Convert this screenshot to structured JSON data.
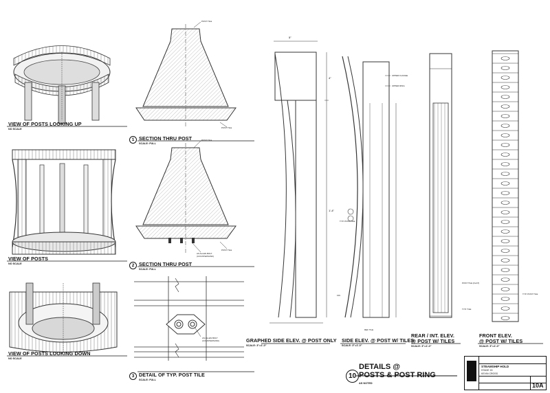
{
  "views": [
    {
      "title": "VIEW OF POSTS LOOKING UP",
      "scale": "NO SCALE"
    },
    {
      "title": "VIEW OF POSTS",
      "scale": "NO SCALE"
    },
    {
      "title": "VIEW OF POSTS LOOKING DOWN",
      "scale": "NO SCALE"
    }
  ],
  "details": [
    {
      "num": "1",
      "title": "SECTION THRU POST",
      "scale": "SCALE: FULL"
    },
    {
      "num": "2",
      "title": "SECTION THRU POST",
      "scale": "SCALE: FULL"
    },
    {
      "num": "3",
      "title": "DETAIL OF TYP. POST TILE",
      "scale": "SCALE: FULL"
    }
  ],
  "elevations": [
    {
      "title_lines": [
        "GRAPHED SIDE ELEV. @ POST ONLY"
      ],
      "scale": "SCALE: 3\"=1'-0\""
    },
    {
      "title_lines": [
        "SIDE ELEV. @ POST W/ TILES"
      ],
      "scale": "SCALE: 3\"=1'-0\""
    },
    {
      "title_lines": [
        "REAR / INT. ELEV.",
        "@ POST W/ TILES"
      ],
      "scale": "SCALE: 3\"=1'-0\""
    },
    {
      "title_lines": [
        "FRONT ELEV.",
        "@ POST W/ TILES"
      ],
      "scale": "SCALE: 3\"=1'-0\""
    }
  ],
  "sheet_title": {
    "num": "10",
    "line1": "DETAILS @",
    "line2": "POSTS & POST RING",
    "scale": "AS NOTED"
  },
  "title_block": {
    "project": "STEAMSHIP HOLD",
    "stage": "STAGE 15",
    "designer": "KEVIN CROSS",
    "sheet": "10A"
  },
  "callouts": {
    "post_tile": "POST TILE",
    "alum_bolt": "AS ALLEN BOLT (COUNTERSUNK)",
    "alum_bolt2": "AS ALLEN BOLT (COUNTERSUNK)",
    "upper_flange": "UPPER FLANGE",
    "upper_ring": "UPPER RING",
    "typ_post_tile": "TYP. POST TILE",
    "fin": "FIN",
    "post_tile_flat": "POST TILE (FLAT)",
    "typ_tile": "TYP. TILE",
    "ref_tile": "REF TILE",
    "typ_post_tile_3": "TYP. POST TILE"
  }
}
